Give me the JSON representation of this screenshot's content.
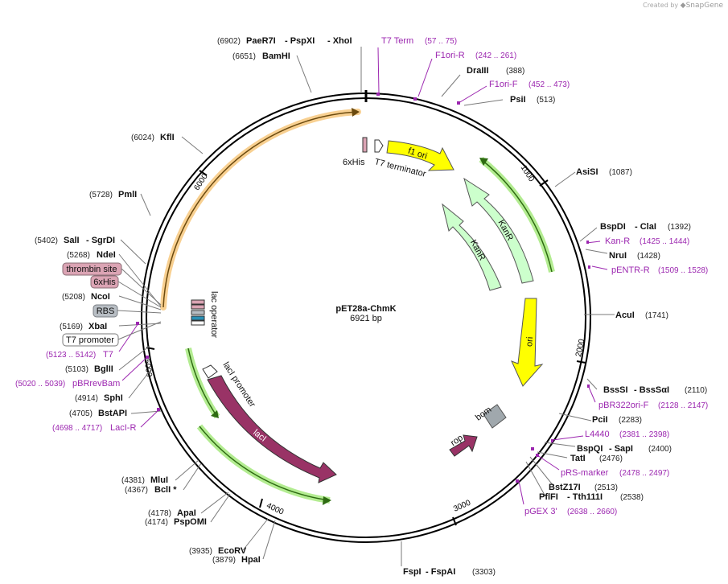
{
  "credit": {
    "prefix": "Created by",
    "brand": "SnapGene"
  },
  "plasmid": {
    "name": "pET28a-ChmK",
    "size_label": "6921 bp",
    "length": 6921
  },
  "ticks": [
    "1000",
    "2000",
    "3000",
    "4000",
    "5000",
    "6000"
  ],
  "sites": [
    {
      "pos_label": "(6902)",
      "name": "PaeR7I",
      "extra": [
        "- PspXI",
        "- XhoI"
      ]
    },
    {
      "pos_label": "(6651)",
      "name": "BamHI",
      "extra": []
    },
    {
      "pos_label": "(6024)",
      "name": "KflI",
      "extra": []
    },
    {
      "pos_label": "(5728)",
      "name": "PmlI",
      "extra": []
    },
    {
      "pos_label": "(5402)",
      "name": "SalI",
      "extra": [
        "- SgrDI"
      ]
    },
    {
      "pos_label": "(5268)",
      "name": "NdeI",
      "extra": []
    },
    {
      "pos_label": "(5208)",
      "name": "NcoI",
      "extra": []
    },
    {
      "pos_label": "(5169)",
      "name": "XbaI",
      "extra": []
    },
    {
      "pos_label": "(5103)",
      "name": "BglII",
      "extra": []
    },
    {
      "pos_label": "(4914)",
      "name": "SphI",
      "extra": []
    },
    {
      "pos_label": "(4705)",
      "name": "BstAPI",
      "extra": []
    },
    {
      "pos_label": "(4381)",
      "name": "MluI",
      "extra": []
    },
    {
      "pos_label": "(4367)",
      "name": "BclI *",
      "extra": []
    },
    {
      "pos_label": "(4178)",
      "name": "ApaI",
      "extra": []
    },
    {
      "pos_label": "(4174)",
      "name": "PspOMI",
      "extra": []
    },
    {
      "pos_label": "(3935)",
      "name": "EcoRV",
      "extra": []
    },
    {
      "pos_label": "(3879)",
      "name": "HpaI",
      "extra": []
    },
    {
      "pos_label": "(3303)",
      "name": "FspI",
      "extra": [
        "- FspAI"
      ]
    },
    {
      "pos_label": "(2538)",
      "name": "PflFI",
      "extra": [
        "- Tth111I"
      ]
    },
    {
      "pos_label": "(2513)",
      "name": "BstZ17I",
      "extra": []
    },
    {
      "pos_label": "(2476)",
      "name": "TatI",
      "extra": []
    },
    {
      "pos_label": "(2400)",
      "name": "BspQI",
      "extra": [
        "- SapI"
      ]
    },
    {
      "pos_label": "(2283)",
      "name": "PciI",
      "extra": []
    },
    {
      "pos_label": "(2110)",
      "name": "BssSI",
      "extra": [
        "- BssSαI"
      ]
    },
    {
      "pos_label": "(1741)",
      "name": "AcuI",
      "extra": []
    },
    {
      "pos_label": "(1428)",
      "name": "NruI",
      "extra": []
    },
    {
      "pos_label": "(1392)",
      "name": "BspDI",
      "extra": [
        "- ClaI"
      ]
    },
    {
      "pos_label": "(1087)",
      "name": "AsiSI",
      "extra": []
    },
    {
      "pos_label": "(513)",
      "name": "PsiI",
      "extra": []
    },
    {
      "pos_label": "(388)",
      "name": "DraIII",
      "extra": []
    }
  ],
  "primers": [
    {
      "name": "T7 Term",
      "range": "(57 .. 75)"
    },
    {
      "name": "F1ori-R",
      "range": "(242 .. 261)"
    },
    {
      "name": "F1ori-F",
      "range": "(452 .. 473)"
    },
    {
      "name": "Kan-R",
      "range": "(1425 .. 1444)"
    },
    {
      "name": "pENTR-R",
      "range": "(1509 .. 1528)"
    },
    {
      "name": "pBR322ori-F",
      "range": "(2128 .. 2147)"
    },
    {
      "name": "L4440",
      "range": "(2381 .. 2398)"
    },
    {
      "name": "pRS-marker",
      "range": "(2478 .. 2497)"
    },
    {
      "name": "pGEX 3'",
      "range": "(2638 .. 2660)"
    },
    {
      "name": "LacI-R",
      "range": "(4698 .. 4717)"
    },
    {
      "name": "pBRrevBam",
      "range": "(5020 .. 5039)"
    },
    {
      "name": "T7",
      "range": "(5123 .. 5142)"
    }
  ],
  "boxed_features": [
    {
      "name": "thrombin site",
      "color": "#dba4b4"
    },
    {
      "name": "6xHis",
      "color": "#dba4b4"
    },
    {
      "name": "RBS",
      "color": "#b8bec4"
    },
    {
      "name": "T7 promoter",
      "color": "#ffffff"
    }
  ],
  "features": [
    {
      "name": "f1 ori",
      "color": "#ffff00"
    },
    {
      "name": "KanR",
      "color": "#ccffcc"
    },
    {
      "name": "KanR",
      "color": "#ccffcc"
    },
    {
      "name": "ori",
      "color": "#ffff00"
    },
    {
      "name": "bom",
      "color": "#a0a8ad"
    },
    {
      "name": "rop",
      "color": "#993366"
    },
    {
      "name": "lacI",
      "color": "#993366"
    },
    {
      "name": "lacI promoter",
      "color": "#ffffff"
    },
    {
      "name": "lac operator",
      "color": "#ffffff"
    },
    {
      "name": "6xHis",
      "color": "#dba4b4"
    },
    {
      "name": "T7 terminator",
      "color": "#ffffff"
    }
  ],
  "colors": {
    "primer": "#9c27b0",
    "highlight_orange": "#f5c06c",
    "highlight_green": "#9ae66c"
  }
}
